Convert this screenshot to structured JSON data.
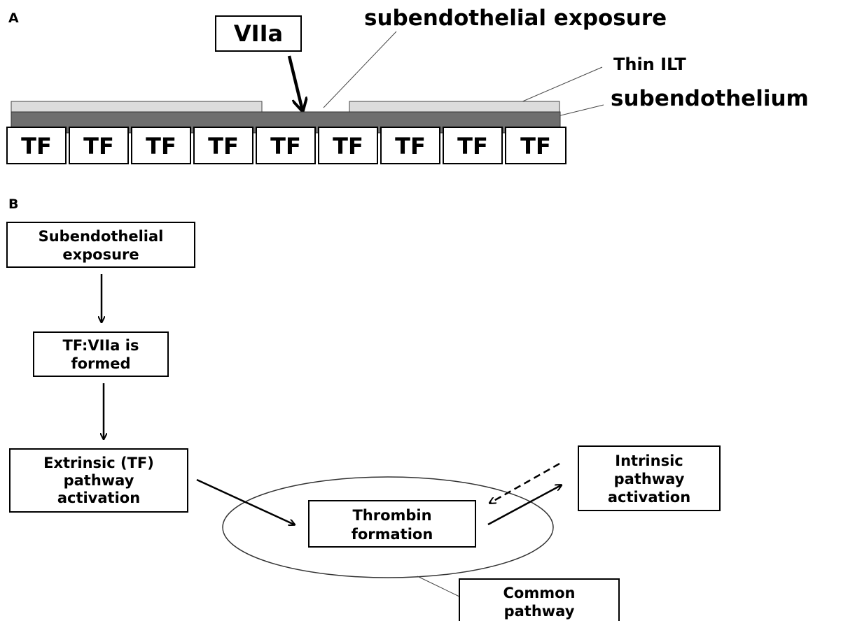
{
  "panel_a": {
    "letter": "A",
    "viia_label": "VIIa",
    "subendothelial_exposure_label": "subendothelial exposure",
    "thin_ilt_label": "Thin ILT",
    "subendothelium_label": "subendothelium",
    "tf_label": "TF",
    "tf_count": 9,
    "colors": {
      "ilt": "#dcdcdc",
      "subendothelium": "#6e6e6e"
    }
  },
  "panel_b": {
    "letter": "B",
    "subendothelial_exposure_box": [
      "Subendothelial",
      "exposure"
    ],
    "tf_viia_box": [
      "TF:VIIa is",
      "formed"
    ],
    "extrinsic_box": [
      "Extrinsic (TF)",
      "pathway",
      "activation"
    ],
    "thrombin_box": [
      "Thrombin",
      "formation"
    ],
    "intrinsic_box": [
      "Intrinsic",
      "pathway",
      "activation"
    ],
    "common_pathway_box": [
      "Common",
      "pathway"
    ]
  }
}
